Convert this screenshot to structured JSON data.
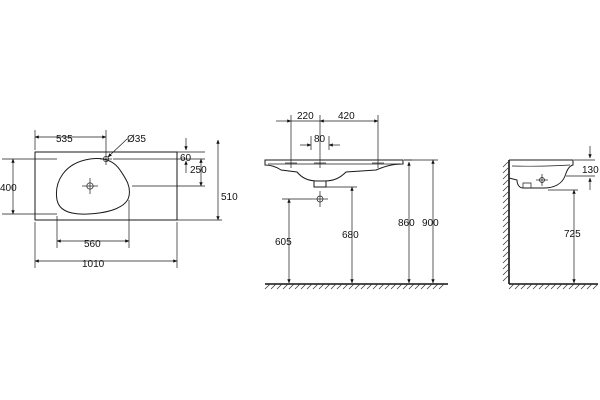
{
  "plan_view": {
    "dim_535": "535",
    "dim_hole_diameter": "Ø35",
    "dim_60": "60",
    "dim_400": "400",
    "dim_250": "250",
    "dim_510": "510",
    "dim_560": "560",
    "dim_1010": "1010"
  },
  "front_view": {
    "dim_220": "220",
    "dim_420": "420",
    "dim_80": "80",
    "dim_605": "605",
    "dim_680": "680",
    "dim_860": "860",
    "dim_900": "900"
  },
  "side_view": {
    "dim_130": "130",
    "dim_725": "725"
  }
}
